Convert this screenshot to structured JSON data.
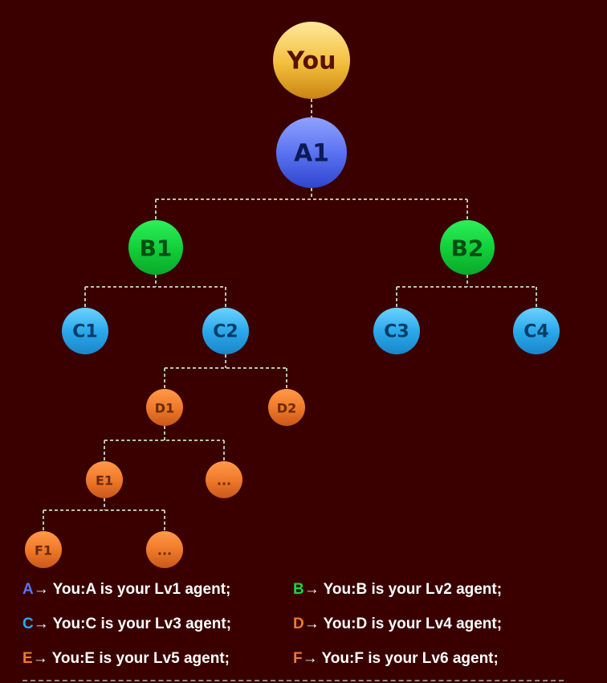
{
  "colors": {
    "background": "#3a0000",
    "connector": "#b8c2b0",
    "you": "#f0b83a",
    "level_a": "#5b73f0",
    "level_b": "#19d63a",
    "level_c": "#2aa9ec",
    "level_d": "#f07a2a",
    "legend_text": "#ffffff"
  },
  "tree": {
    "nodes": [
      {
        "id": "you",
        "label": "You",
        "level": "you"
      },
      {
        "id": "a1",
        "label": "A1",
        "level": "a",
        "parent": "you"
      },
      {
        "id": "b1",
        "label": "B1",
        "level": "b",
        "parent": "a1"
      },
      {
        "id": "b2",
        "label": "B2",
        "level": "b",
        "parent": "a1"
      },
      {
        "id": "c1",
        "label": "C1",
        "level": "c",
        "parent": "b1"
      },
      {
        "id": "c2",
        "label": "C2",
        "level": "c",
        "parent": "b1"
      },
      {
        "id": "c3",
        "label": "C3",
        "level": "c",
        "parent": "b2"
      },
      {
        "id": "c4",
        "label": "C4",
        "level": "c",
        "parent": "b2"
      },
      {
        "id": "d1",
        "label": "D1",
        "level": "d",
        "parent": "c2"
      },
      {
        "id": "d2",
        "label": "D2",
        "level": "d",
        "parent": "c2"
      },
      {
        "id": "e1",
        "label": "E1",
        "level": "e",
        "parent": "d1"
      },
      {
        "id": "e_more",
        "label": "...",
        "level": "e",
        "parent": "d1"
      },
      {
        "id": "f1",
        "label": "F1",
        "level": "f",
        "parent": "e1"
      },
      {
        "id": "f_more",
        "label": "...",
        "level": "f",
        "parent": "e1"
      }
    ]
  },
  "legend": [
    {
      "key": "A",
      "key_color": "#5b73f0",
      "text": "→ You:A is your Lv1 agent;"
    },
    {
      "key": "B",
      "key_color": "#19d63a",
      "text": "→ You:B is your Lv2 agent;"
    },
    {
      "key": "C",
      "key_color": "#2aa9ec",
      "text": "→ You:C is your Lv3 agent;"
    },
    {
      "key": "D",
      "key_color": "#f07a2a",
      "text": "→ You:D is your Lv4 agent;"
    },
    {
      "key": "E",
      "key_color": "#f07a2a",
      "text": "→ You:E is your Lv5 agent;"
    },
    {
      "key": "F",
      "key_color": "#f07a2a",
      "text": "→ You:F is your Lv6 agent;"
    }
  ]
}
